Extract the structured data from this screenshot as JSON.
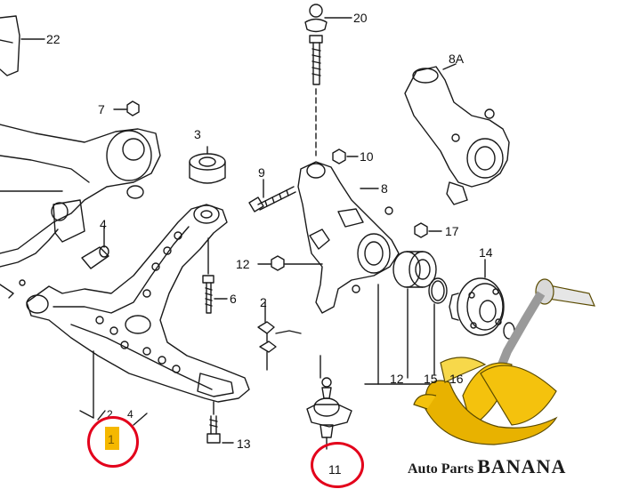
{
  "callouts": [
    {
      "number": "22"
    },
    {
      "number": "20"
    },
    {
      "number": "8A"
    },
    {
      "number": "7"
    },
    {
      "number": "3"
    },
    {
      "number": "10"
    },
    {
      "number": "9"
    },
    {
      "number": "8"
    },
    {
      "number": "4"
    },
    {
      "number": "17"
    },
    {
      "number": "14"
    },
    {
      "number": "12"
    },
    {
      "number": "6"
    },
    {
      "number": "2"
    },
    {
      "number": "12"
    },
    {
      "number": "15"
    },
    {
      "number": "16"
    },
    {
      "number": "2"
    },
    {
      "number": "4"
    },
    {
      "number": "1"
    },
    {
      "number": "13"
    },
    {
      "number": "11"
    }
  ],
  "highlighted_parts": [
    "1",
    "11"
  ],
  "highlight_color": "#e3001b",
  "part1_tag_color": "#f5b800",
  "watermark": {
    "brand_word1": "Auto Parts",
    "brand_word2": "BANANA",
    "banana_color": "#f4c20d"
  }
}
